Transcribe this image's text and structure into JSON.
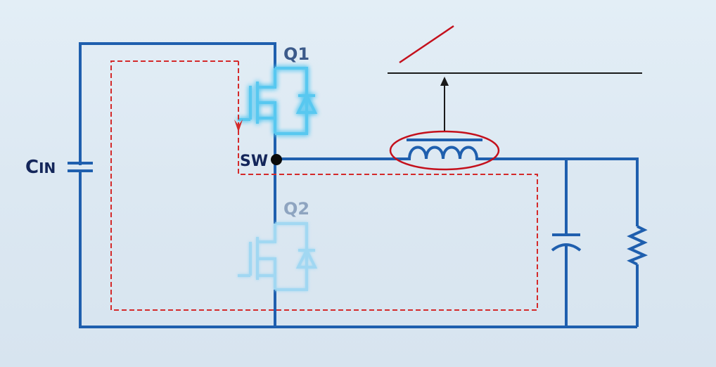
{
  "diagram": {
    "labels": {
      "q1": "Q1",
      "q2": "Q2",
      "sw": "SW",
      "cin_main": "C",
      "cin_sub": "IN"
    },
    "colors": {
      "wire": "#1f5fae",
      "mosfet_on": "#58c8f0",
      "mosfet_off": "#8fd3f3",
      "current_path": "#d42a2a",
      "inductor_highlight": "#c4101c",
      "graph_axis": "#1a1a1a",
      "graph_ramp": "#c4101c",
      "label_dark": "#14265a",
      "label_q1": "#3c5a8a",
      "label_q2": "#8ea4c0",
      "node": "#0a0a0a"
    },
    "components": [
      {
        "id": "cin",
        "type": "capacitor",
        "icon": "capacitor-icon"
      },
      {
        "id": "q1",
        "type": "mosfet",
        "state": "on",
        "icon": "mosfet-icon"
      },
      {
        "id": "q2",
        "type": "mosfet",
        "state": "off",
        "icon": "mosfet-icon"
      },
      {
        "id": "l1",
        "type": "inductor",
        "icon": "inductor-icon",
        "highlighted": true
      },
      {
        "id": "cout",
        "type": "capacitor",
        "icon": "capacitor-icon"
      },
      {
        "id": "load",
        "type": "resistor",
        "icon": "resistor-icon"
      }
    ]
  }
}
